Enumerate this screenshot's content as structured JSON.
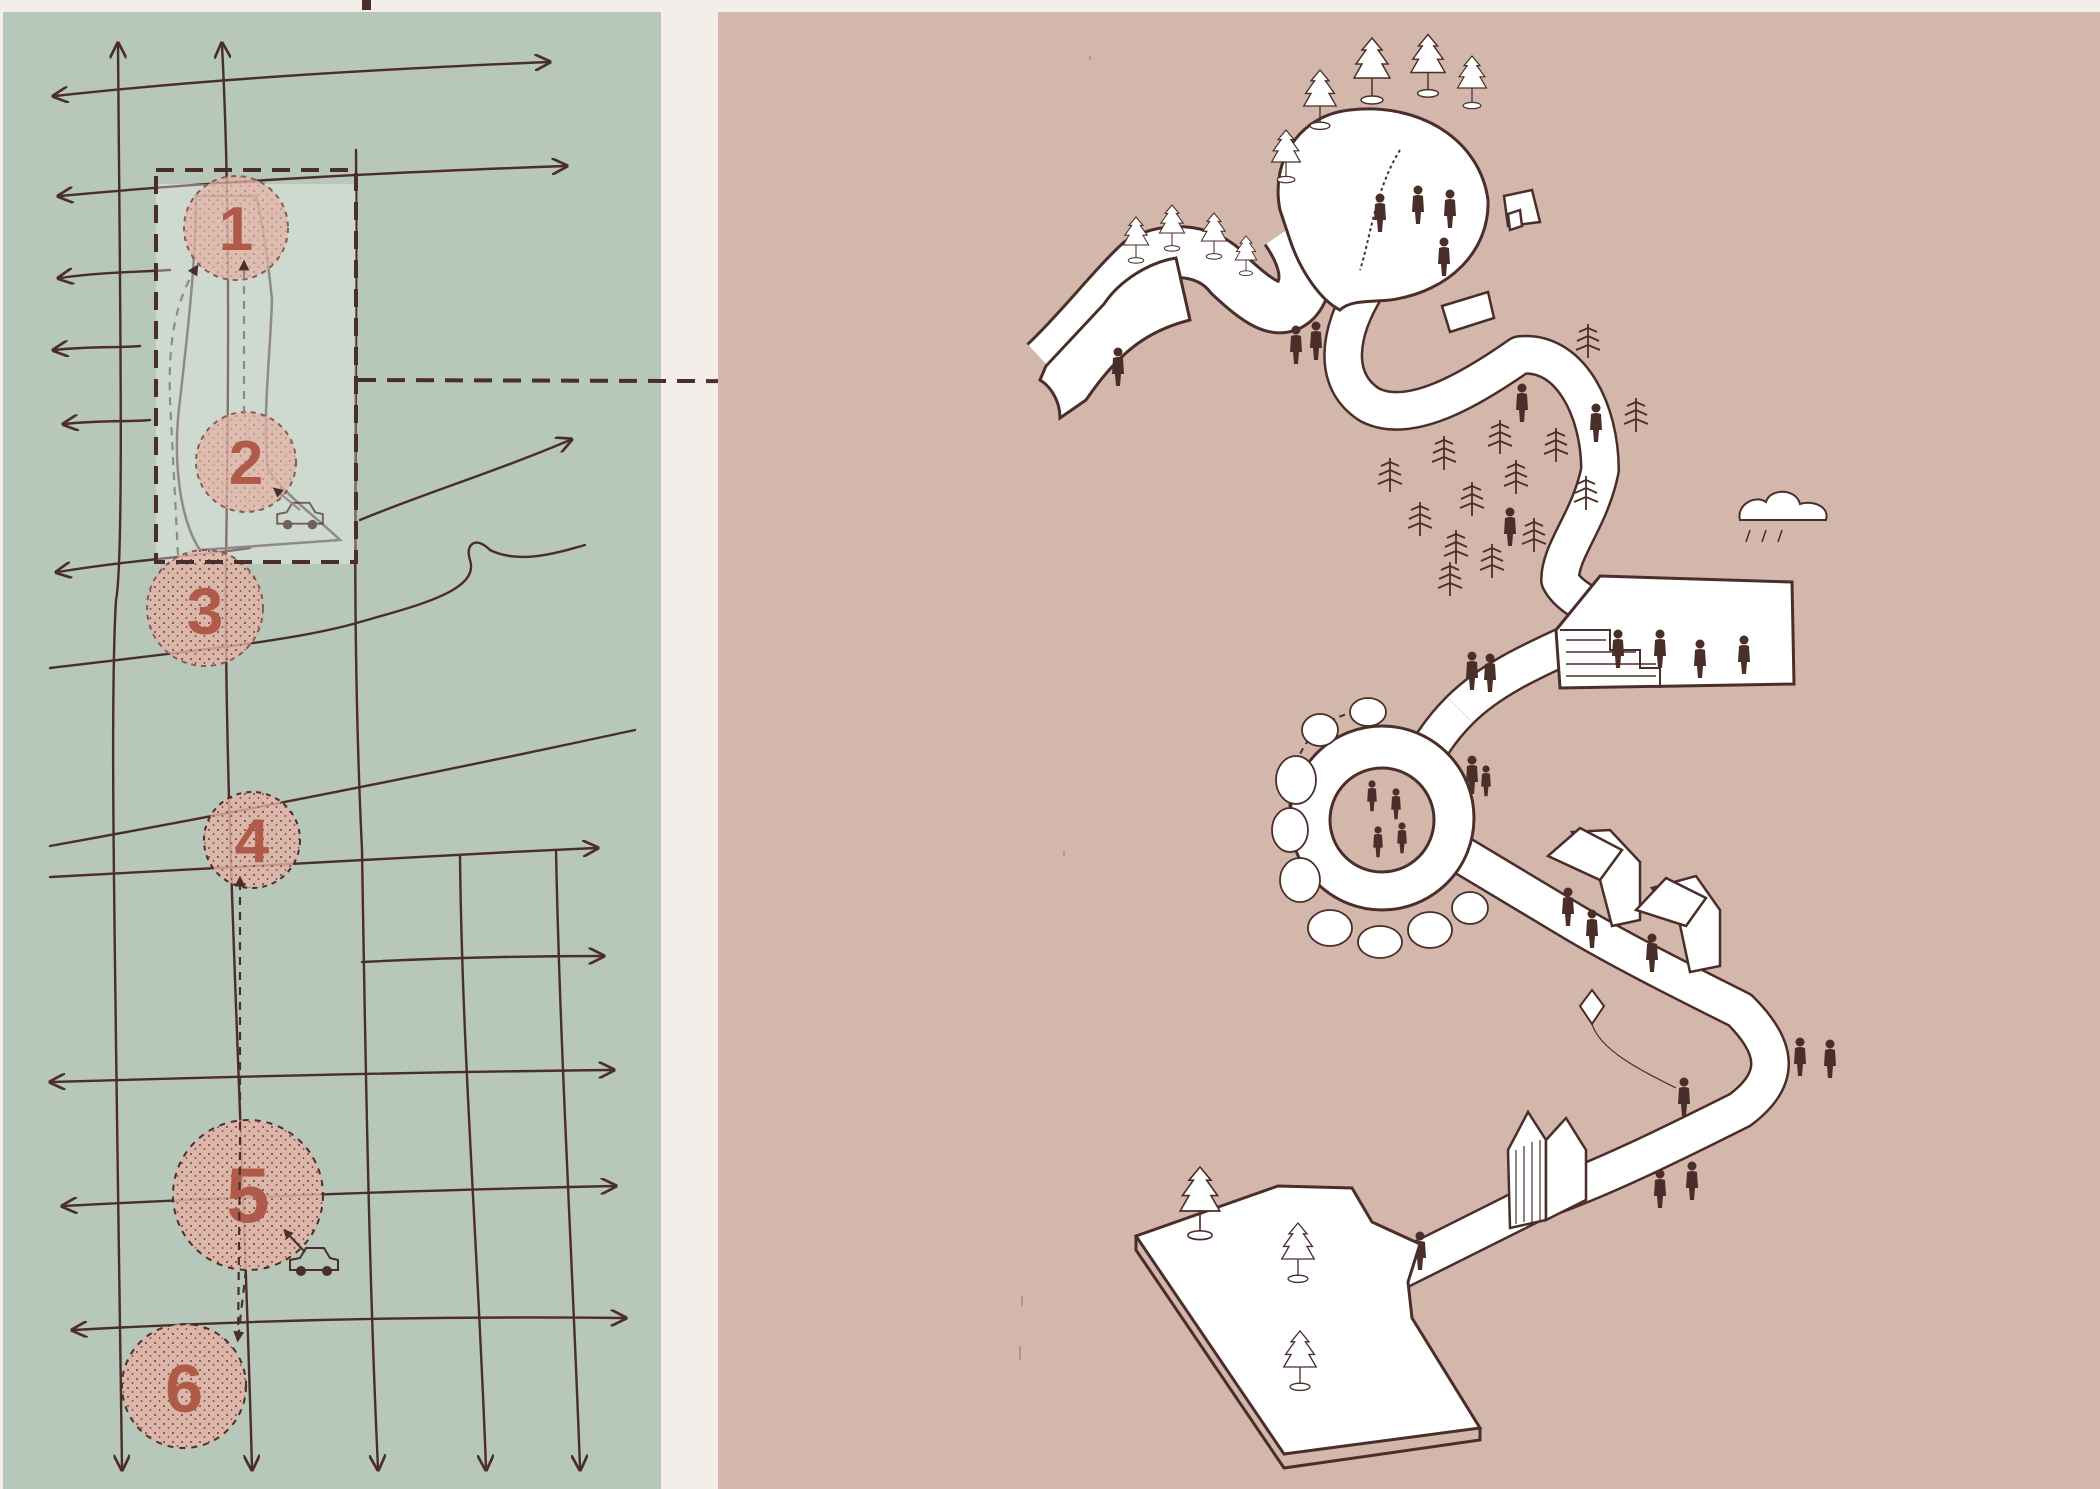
{
  "colors": {
    "page_bg": "#f4eeea",
    "left_panel_bg": "#b7c7b9",
    "right_panel_bg": "#d3b7ab",
    "ink": "#4a2e2a",
    "zone_fill": "#e3b3a5",
    "zone_text": "#b05a4a",
    "path_white": "#ffffff"
  },
  "zones": [
    {
      "label": "1"
    },
    {
      "label": "2"
    },
    {
      "label": "3"
    },
    {
      "label": "4"
    },
    {
      "label": "5"
    },
    {
      "label": "6"
    }
  ],
  "icons": {
    "car": "car-icon",
    "person": "person-icon",
    "tree": "tree-icon",
    "kite": "kite-icon",
    "cloud": "rain-cloud-icon",
    "arrow": "arrow-right-icon"
  }
}
